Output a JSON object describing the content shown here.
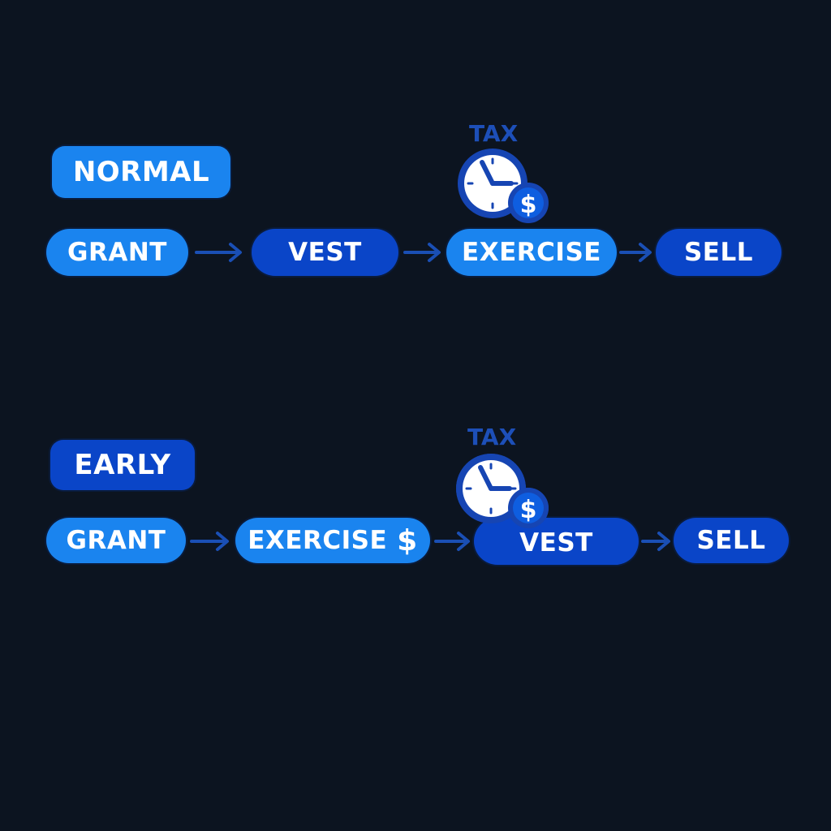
{
  "colors": {
    "background": "#0c1420",
    "light_blue": "#1a84ef",
    "mid_blue": "#0e5ee0",
    "dark_blue": "#0a45c8",
    "arrow": "#1a4fb5",
    "clock_outline": "#1645b3",
    "tax_text": "#1d4fb8"
  },
  "normal": {
    "label": "NORMAL",
    "tax_label": "TAX",
    "steps": [
      "GRANT",
      "VEST",
      "EXERCISE",
      "SELL"
    ]
  },
  "early": {
    "label": "EARLY",
    "tax_label": "TAX",
    "steps": [
      "GRANT",
      "EXERCISE",
      "VEST",
      "SELL"
    ],
    "exercise_symbol": "$"
  },
  "icons": [
    "clock-icon",
    "dollar-coin-icon",
    "arrow-right-icon"
  ]
}
